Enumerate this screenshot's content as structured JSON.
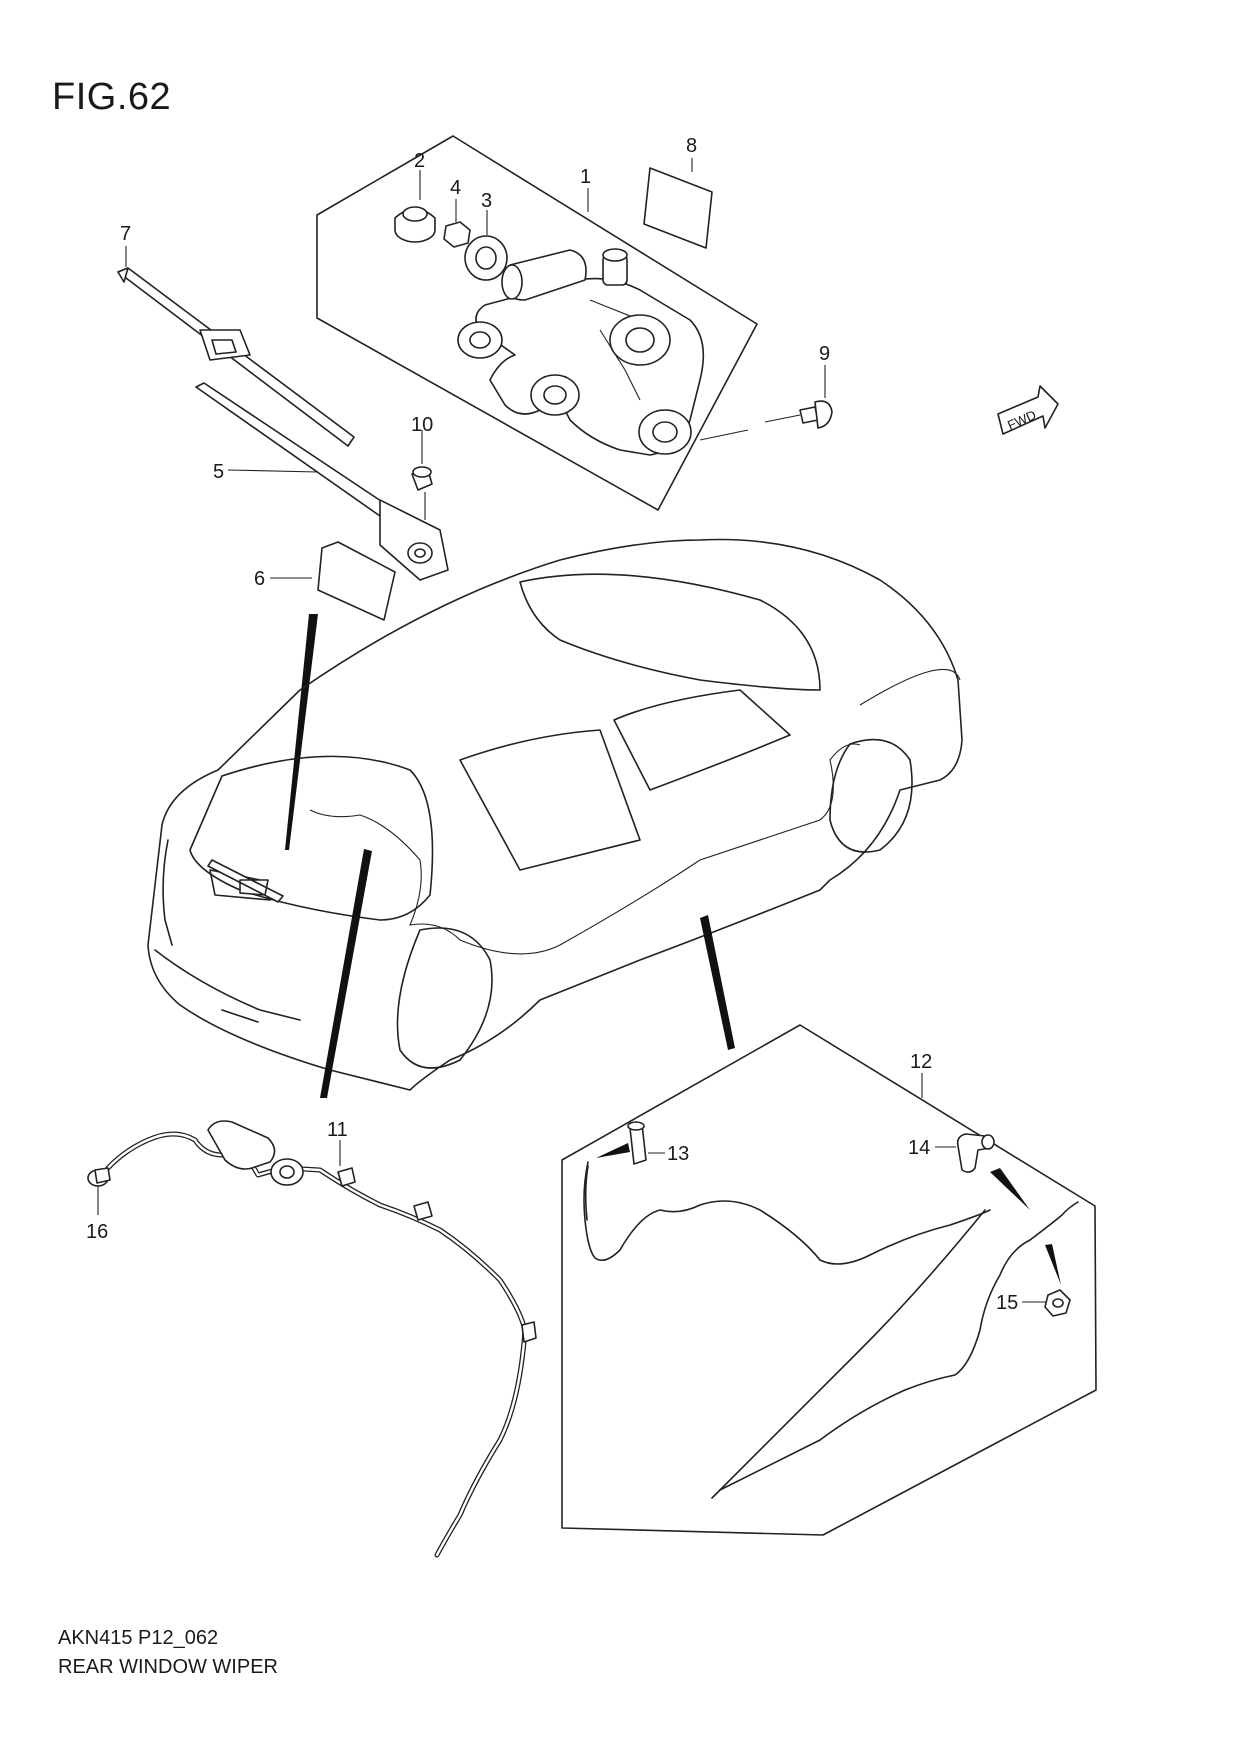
{
  "figure": {
    "title": "FIG.62",
    "code": "AKN415 P12_062",
    "name": "REAR WINDOW WIPER"
  },
  "callouts": [
    "1",
    "2",
    "3",
    "4",
    "5",
    "6",
    "7",
    "8",
    "9",
    "10",
    "11",
    "12",
    "13",
    "14",
    "15",
    "16"
  ],
  "badge": {
    "label": "FWD"
  }
}
